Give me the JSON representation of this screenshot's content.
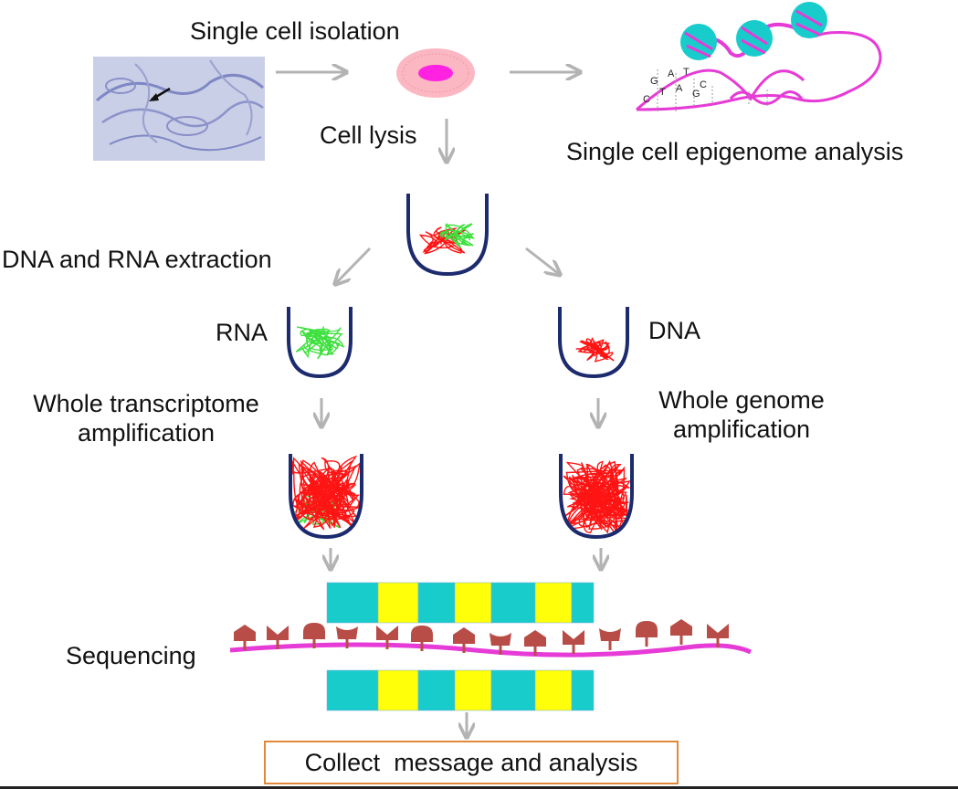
{
  "labels": {
    "single_cell_isolation": "Single cell isolation",
    "cell_lysis": "Cell lysis",
    "epigenome": "Single cell epigenome analysis",
    "extraction": "DNA and RNA extraction",
    "rna": "RNA",
    "dna": "DNA",
    "wta_line1": "Whole transcriptome",
    "wta_line2": "amplification",
    "wga_line1": "Whole genome",
    "wga_line2": "amplification",
    "sequencing": "Sequencing",
    "collect": "Collect  message and analysis"
  },
  "dna_bases": [
    "C",
    "G",
    "T",
    "A",
    "A",
    "T",
    "G",
    "C"
  ],
  "colors": {
    "arrow": "#b3b3b3",
    "tube": "#1c2a6e",
    "rna": "#3ee03e",
    "dna": "#ff1414",
    "cyan": "#19cccc",
    "yellow": "#ffff0a",
    "magenta": "#e63bd6",
    "probe": "#b84c46",
    "box_border": "#e0893a"
  },
  "sequence_blocks": [
    "cyan",
    "yellow",
    "cyan",
    "yellow",
    "cyan",
    "yellow",
    "cyan"
  ]
}
